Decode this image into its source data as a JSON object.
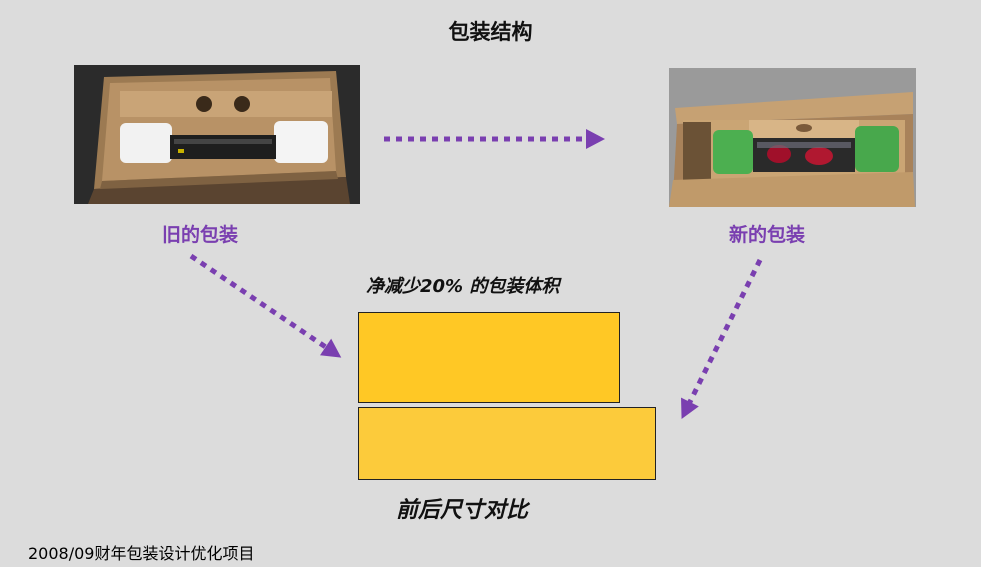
{
  "slide": {
    "title": "包装结构",
    "old_caption": "旧的包装",
    "new_caption": "新的包装",
    "reduction_text": "净减少20% 的包装体积",
    "comparison_label": "前后尺寸对比",
    "footer": "2008/09财年包装设计优化项目"
  },
  "comparison": {
    "unit": "relative size",
    "new_size": 80,
    "old_size": 100
  },
  "colors": {
    "background": "#dcdcdc",
    "accent": "#7a3fb0",
    "bar_new": "#ffc825",
    "bar_old": "#fccb3b"
  }
}
